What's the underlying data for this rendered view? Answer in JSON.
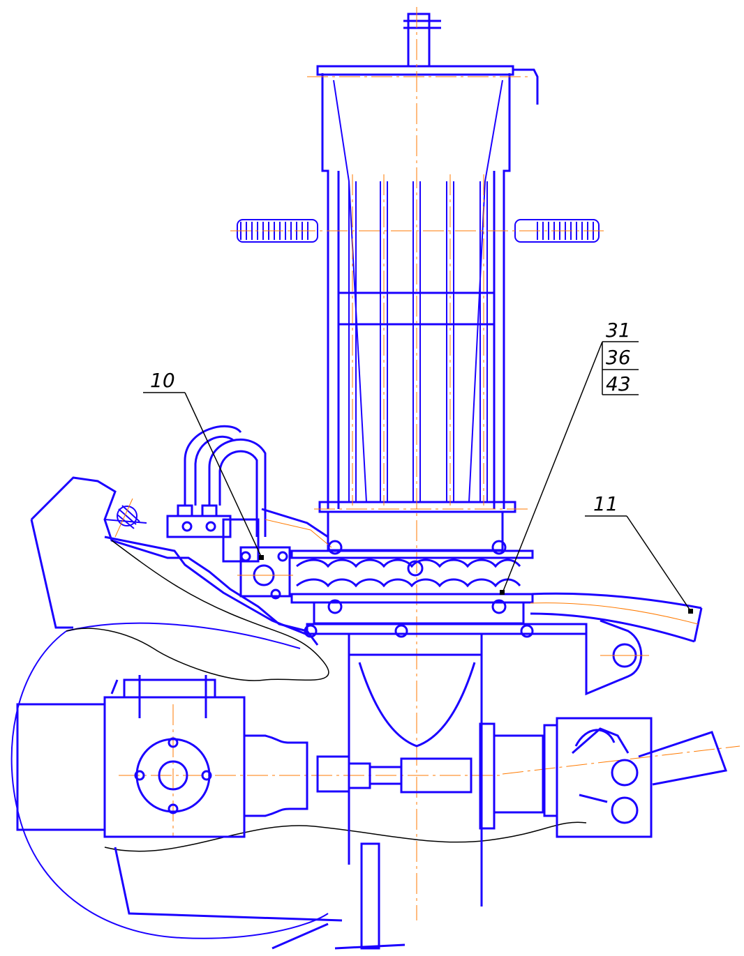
{
  "drawing": {
    "line_color": "#1a00ff",
    "centerline_color": "#ff7a00",
    "leader_color": "#000000",
    "background": "#ffffff"
  },
  "callouts": {
    "c10": {
      "label": "10"
    },
    "c11": {
      "label": "11"
    },
    "c_stack": {
      "labels": [
        "31",
        "36",
        "43"
      ]
    }
  }
}
